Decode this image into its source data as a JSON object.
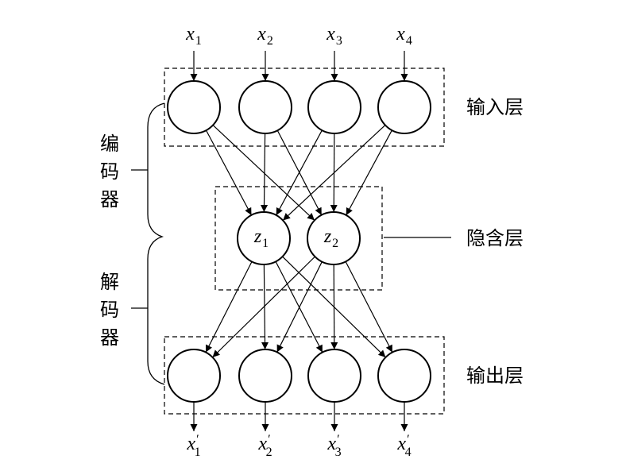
{
  "inputs": [
    {
      "var": "x",
      "sub": "1"
    },
    {
      "var": "x",
      "sub": "2"
    },
    {
      "var": "x",
      "sub": "3"
    },
    {
      "var": "x",
      "sub": "4"
    }
  ],
  "hidden": [
    {
      "var": "z",
      "sub": "1"
    },
    {
      "var": "z",
      "sub": "2"
    }
  ],
  "outputs": [
    {
      "var": "x",
      "prime": "′",
      "sub": "1"
    },
    {
      "var": "x",
      "prime": "′",
      "sub": "2"
    },
    {
      "var": "x",
      "prime": "′",
      "sub": "3"
    },
    {
      "var": "x",
      "prime": "′",
      "sub": "4"
    }
  ],
  "labels": {
    "input_layer": "输入层",
    "hidden_layer": "隐含层",
    "output_layer": "输出层",
    "encoder": [
      "编",
      "码",
      "器"
    ],
    "decoder": [
      "解",
      "码",
      "器"
    ]
  }
}
